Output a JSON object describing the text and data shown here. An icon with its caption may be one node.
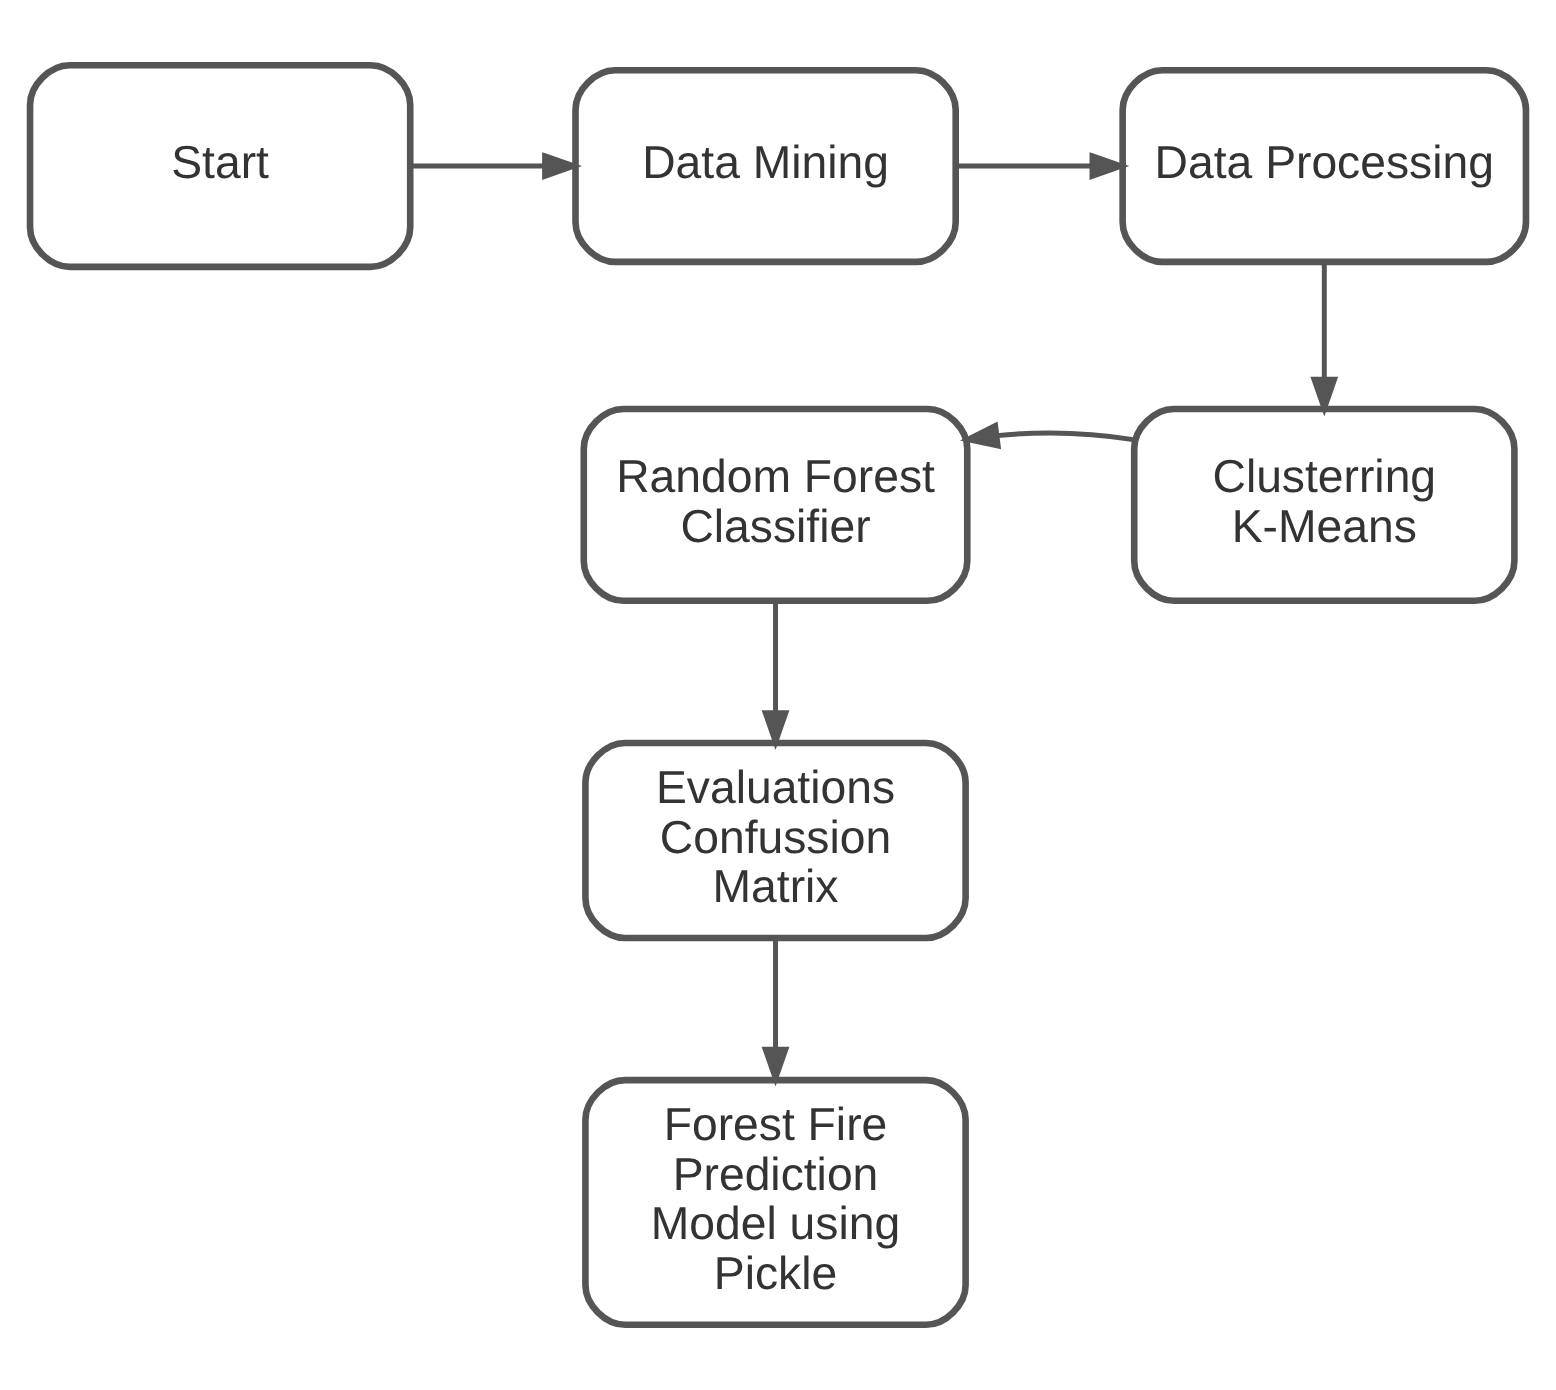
{
  "diagram": {
    "nodes": [
      {
        "text": [
          "Start"
        ]
      },
      {
        "text": [
          "Data Mining"
        ]
      },
      {
        "text": [
          "Data Processing"
        ]
      },
      {
        "text": [
          "Clusterring K-Means"
        ]
      },
      {
        "text": [
          "Random Forest Classifier"
        ]
      },
      {
        "text": [
          "Evaluations Confussion Matrix"
        ]
      },
      {
        "text": [
          "Forest Fire Prediction Model using Pickle"
        ]
      }
    ],
    "edges": [
      {
        "from": 0,
        "to": 1,
        "arrow": "to"
      },
      {
        "from": 1,
        "to": 2,
        "arrow": "to"
      },
      {
        "from": 2,
        "to": 3,
        "arrow": "to"
      },
      {
        "from": 3,
        "to": 4,
        "arrow": "to"
      },
      {
        "from": 4,
        "to": 5,
        "arrow": "to"
      },
      {
        "from": 5,
        "to": 6,
        "arrow": "to"
      }
    ]
  }
}
